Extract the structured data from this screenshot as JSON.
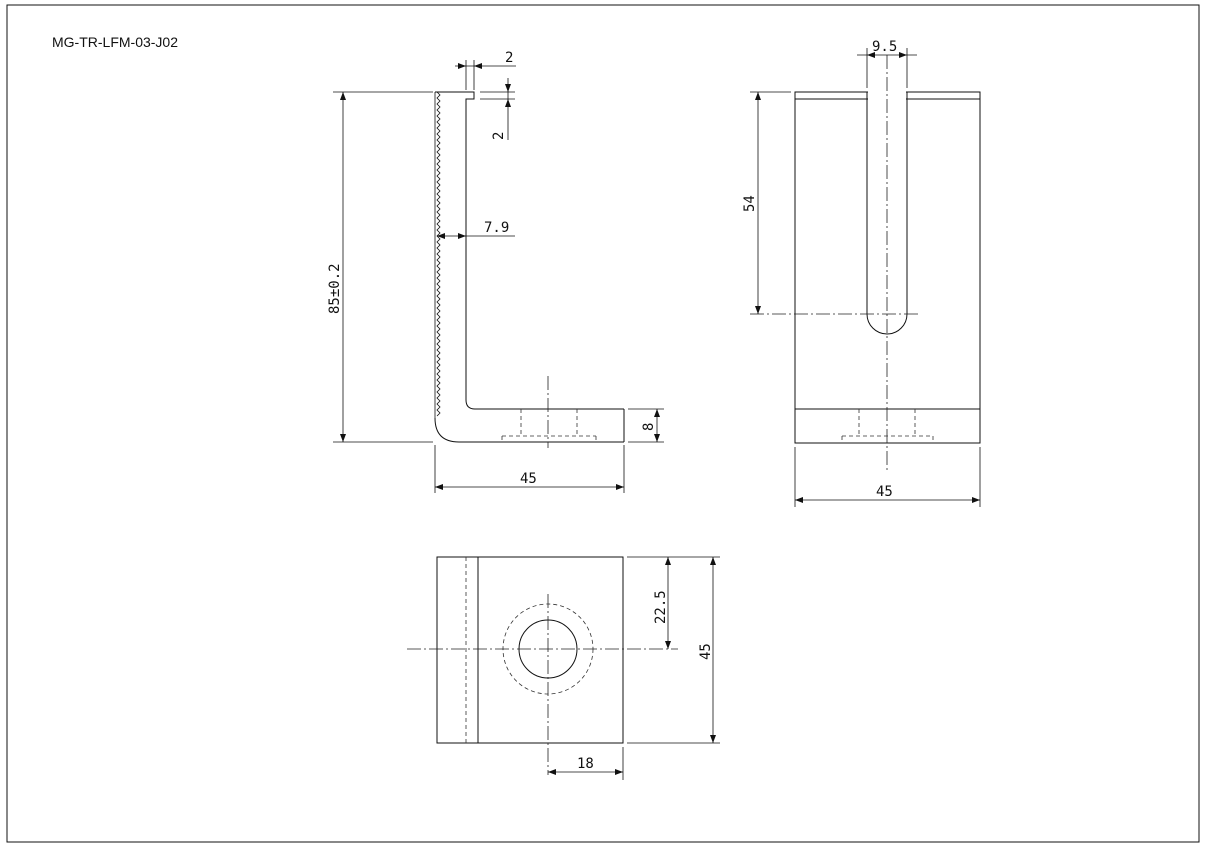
{
  "drawing": {
    "part_number": "MG-TR-LFM-03-J02",
    "dimensions": {
      "side_tip_width": "2",
      "side_tip_height": "2",
      "side_overall_height": "85±0.2",
      "side_wall_thickness": "7.9",
      "side_base_thickness": "8",
      "side_base_length": "45",
      "front_slot_width": "9.5",
      "front_slot_depth": "54",
      "front_width": "45",
      "top_hole_offset": "22.5",
      "top_depth": "45",
      "top_hole_x": "18"
    }
  }
}
